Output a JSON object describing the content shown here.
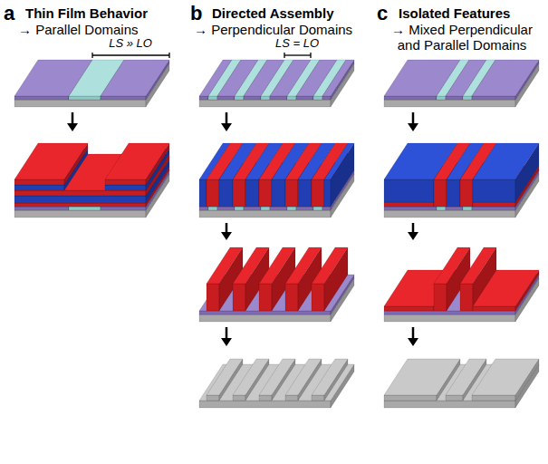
{
  "diagram": {
    "labels": [
      "a",
      "Thin Film Behavior",
      "→ Parallel Domains",
      "LS » LO",
      "b",
      "Directed Assembly",
      "→ Perpendicular Domains",
      "LS = LO",
      "c",
      "Isolated Features",
      "→ Mixed Perpendicular and Parallel Domains"
    ]
  }
}
